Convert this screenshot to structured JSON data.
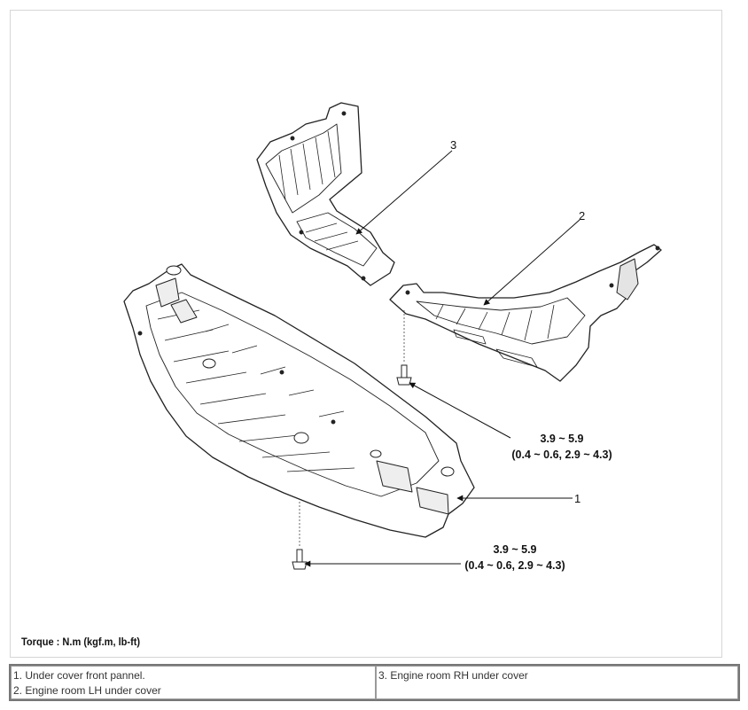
{
  "figure": {
    "callouts": [
      "1",
      "2",
      "3"
    ],
    "torque_specs": [
      {
        "value": "3.9 ~ 5.9",
        "alt": "(0.4 ~ 0.6, 2.9 ~ 4.3)"
      },
      {
        "value": "3.9 ~ 5.9",
        "alt": "(0.4 ~ 0.6, 2.9 ~ 4.3)"
      }
    ],
    "torque_unit_label": "Torque : N.m (kgf.m, lb-ft)"
  },
  "legend": {
    "left": [
      "1. Under cover front pannel.",
      "2. Engine room LH under cover"
    ],
    "right": [
      "3. Engine room RH under cover"
    ]
  }
}
